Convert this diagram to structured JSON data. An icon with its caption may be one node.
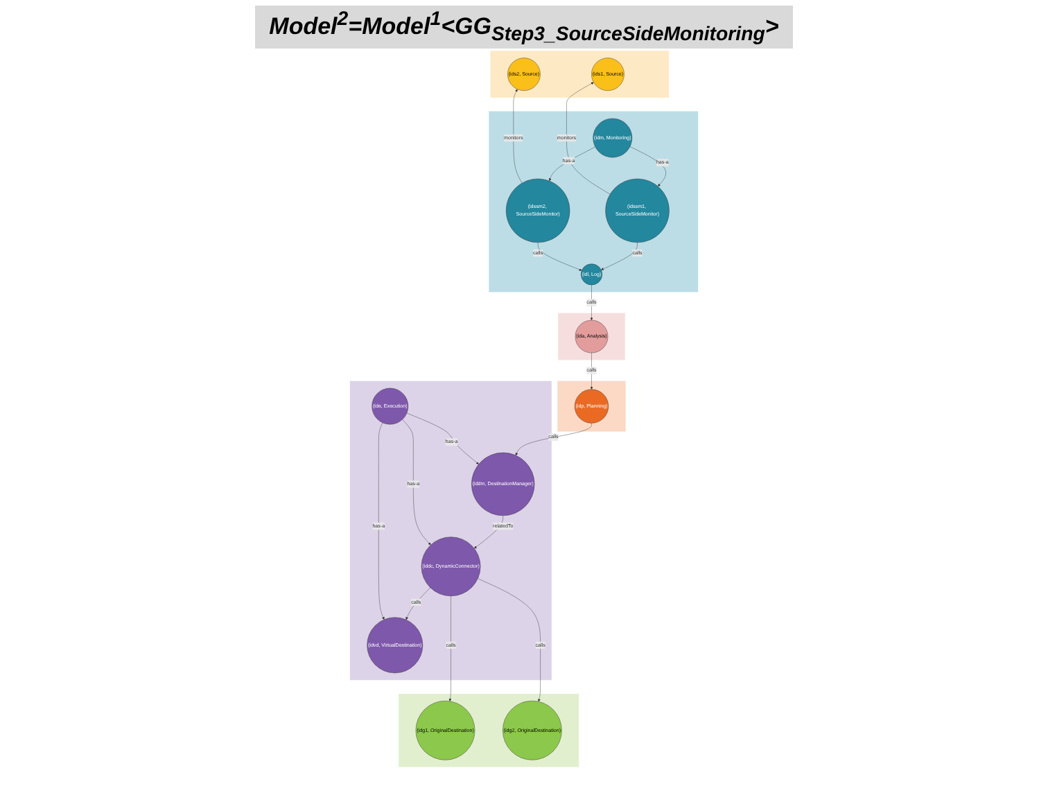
{
  "diagram": {
    "title": "Model$^{2}$=Model$^{1}$<GG$_{Step3_SourceSideMonitoring}$>",
    "nodes": [
      {
        "text": [],
        "shape": "box"
      },
      {
        "text": [
          "(ids1, Source)"
        ],
        "in": 0
      },
      {
        "text": [
          "(ids2, Source)"
        ],
        "in": 0
      },
      {
        "text": [],
        "shape": "box"
      },
      {
        "text": [
          "(idm, Monitoring)"
        ],
        "in": 3
      },
      {
        "text": [
          "(idssm1, SourceSideMonitor)"
        ],
        "in": 3
      },
      {
        "text": [
          "(idssm2, SourceSideMonitor)"
        ],
        "in": 3
      },
      {
        "text": [
          "(idl, Log)"
        ],
        "in": 3
      },
      {
        "text": [],
        "shape": "box"
      },
      {
        "text": [
          "(ida, Analysis)"
        ],
        "in": 8
      },
      {
        "text": [],
        "shape": "box"
      },
      {
        "text": [
          "(idg1, OriginalDestination)"
        ],
        "in": 10
      },
      {
        "text": [
          "(idg2, OriginalDestination)"
        ],
        "in": 10
      },
      {
        "text": [],
        "shape": "box"
      },
      {
        "text": [
          "(iddc, DynamicConnector)"
        ],
        "in": 13
      },
      {
        "text": [
          "(iddm, DestinationManager)"
        ],
        "in": 13
      },
      {
        "text": [
          "(idvd, VirtualDestination)"
        ],
        "in": 13
      },
      {
        "text": [
          "(ide, Execution)"
        ],
        "in": 13
      },
      {
        "text": [],
        "shape": "box"
      },
      {
        "text": [
          "(idp, Planning)"
        ],
        "in": 18
      }
    ],
    "edges": [
      {
        "from": 5,
        "to": 1,
        "label": "monitors",
        "arrow": "to"
      },
      {
        "from": 6,
        "to": 2,
        "label": "monitors",
        "arrow": "to"
      },
      {
        "from": 4,
        "to": 5,
        "label": "has-a",
        "arrow": "to"
      },
      {
        "from": 4,
        "to": 6,
        "label": "has-a",
        "arrow": "to"
      },
      {
        "from": 5,
        "to": 7,
        "label": "calls",
        "arrow": "to"
      },
      {
        "from": 6,
        "to": 7,
        "label": "calls",
        "arrow": "to"
      },
      {
        "from": 7,
        "to": 9,
        "label": "calls",
        "arrow": "to"
      },
      {
        "from": 9,
        "to": 19,
        "label": "calls",
        "arrow": "to"
      },
      {
        "from": 19,
        "to": 15,
        "label": "calls",
        "arrow": "to"
      },
      {
        "from": 15,
        "to": 14,
        "label": "relatedTo",
        "arrow": "to"
      },
      {
        "from": 14,
        "to": 11,
        "label": "calls",
        "arrow": "to"
      },
      {
        "from": 14,
        "to": 12,
        "label": "calls",
        "arrow": "to"
      },
      {
        "from": 14,
        "to": 16,
        "label": "calls",
        "arrow": "to"
      },
      {
        "from": 17,
        "to": 16,
        "label": "has-a",
        "arrow": "to"
      },
      {
        "from": 17,
        "to": 14,
        "label": "has-a",
        "arrow": "to"
      },
      {
        "from": 17,
        "to": 15,
        "label": "has-a",
        "arrow": "to"
      }
    ]
  }
}
